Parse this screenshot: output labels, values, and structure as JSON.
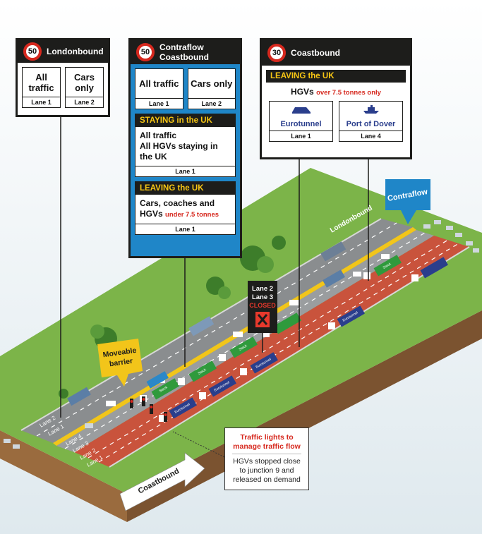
{
  "signs": {
    "londonbound": {
      "speed": "50",
      "title": "Londonbound",
      "lanes": [
        {
          "text": "All traffic",
          "num": "Lane 1"
        },
        {
          "text": "Cars only",
          "num": "Lane 2"
        }
      ]
    },
    "contraflow": {
      "speed": "50",
      "title_line1": "Contraflow",
      "title_line2": "Coastbound",
      "lanes": [
        {
          "text": "All traffic",
          "num": "Lane 1"
        },
        {
          "text": "Cars only",
          "num": "Lane 2"
        }
      ],
      "staying": {
        "header": "STAYING in the UK",
        "line1": "All traffic",
        "line2": "All HGVs staying in the UK",
        "lane": "Lane 1"
      },
      "leaving": {
        "header": "LEAVING the UK",
        "line1": "Cars, coaches and",
        "line2_bold": "HGVs",
        "line2_red": "under 7.5 tonnes",
        "lane": "Lane 1"
      }
    },
    "coastbound": {
      "speed": "30",
      "title": "Coastbound",
      "leaving": {
        "header": "LEAVING the UK",
        "hgv_bold": "HGVs",
        "hgv_red": "over 7.5 tonnes only"
      },
      "destinations": [
        {
          "name": "Eurotunnel",
          "lane": "Lane 1",
          "icon": "train-icon"
        },
        {
          "name": "Port of Dover",
          "lane": "Lane 4",
          "icon": "ship-icon"
        }
      ]
    }
  },
  "labels": {
    "contraflow_tag": "Contraflow",
    "londonbound_road": "Londonbound",
    "coastbound_arrow": "Coastbound",
    "moveable_barrier_1": "Moveable",
    "moveable_barrier_2": "barrier",
    "closed_line1": "Lane 2",
    "closed_line2": "Lane 3",
    "closed_word": "CLOSED",
    "lane_markings": [
      "Lane 2",
      "Lane 1",
      "Lane 4",
      "Lane 3",
      "Lane 2",
      "Lane 1"
    ]
  },
  "callout": {
    "heading": "Traffic lights to manage traffic flow",
    "body": "HGVs stopped close to junction 9 and released on demand"
  },
  "lorry_labels": [
    "Stack",
    "Eurotunnel"
  ],
  "colors": {
    "sign_black": "#1d1d1b",
    "sign_yellow": "#f7c614",
    "speed_red": "#d6281e",
    "contraflow_blue": "#1f86c8",
    "road_grey": "#8a8d8f",
    "stack_lane_red": "#c9533c",
    "barrier_yellow": "#f2c51a",
    "grass_green": "#7cb449",
    "lorry_green": "#2f9a3c",
    "lorry_navy": "#2a3e8c"
  }
}
